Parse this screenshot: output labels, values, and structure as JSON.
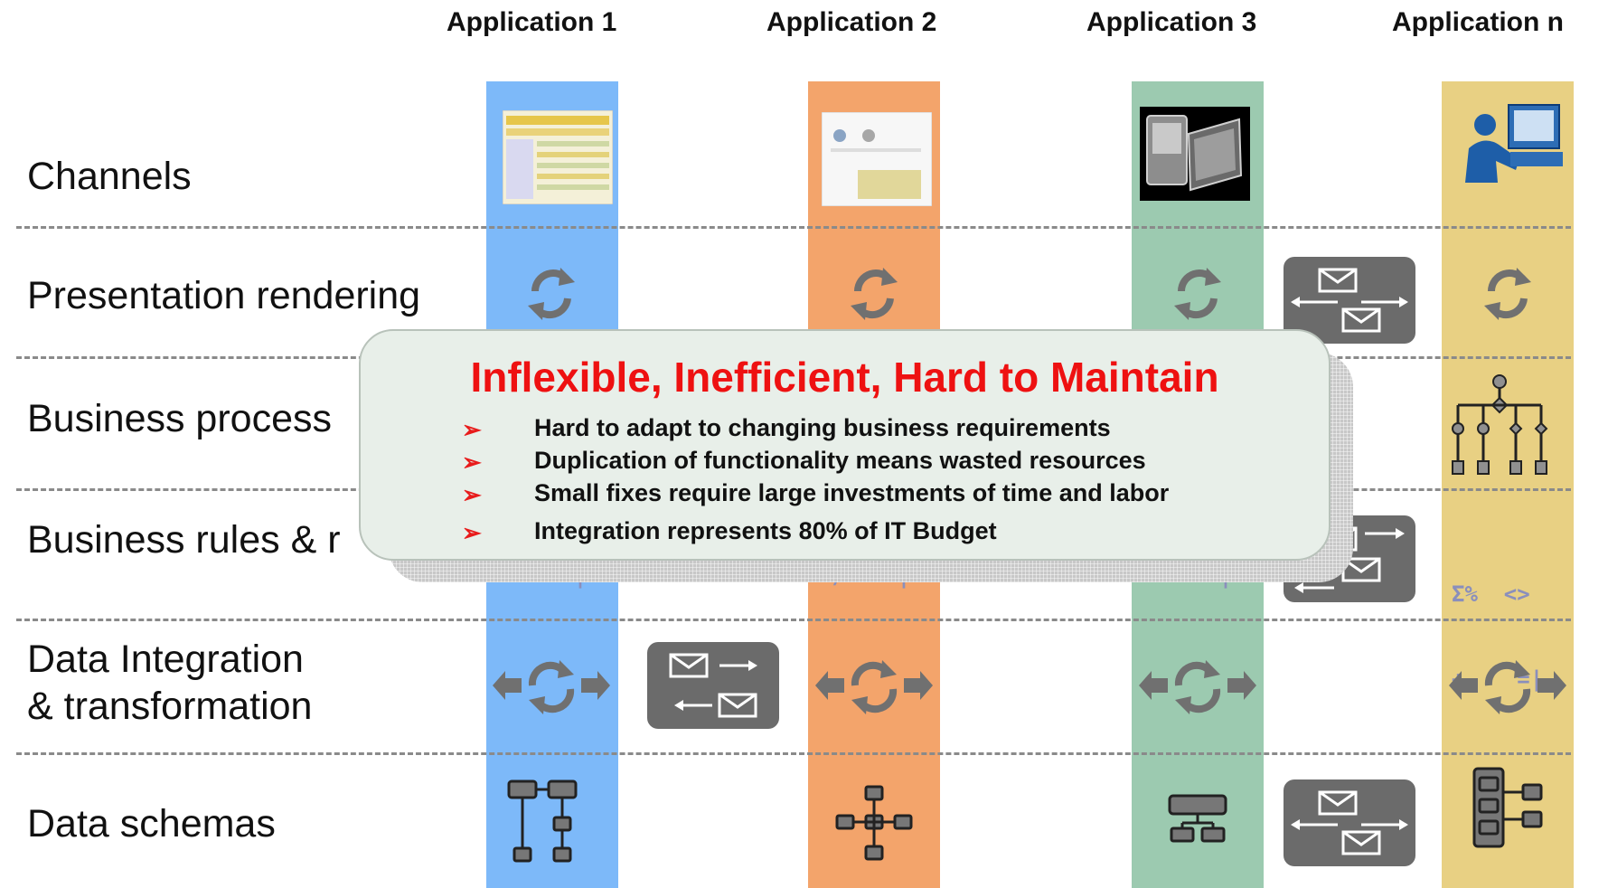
{
  "applications": [
    "Application 1",
    "Application 2",
    "Application 3",
    "Application n"
  ],
  "layers": {
    "channels": "Channels",
    "presentation": "Presentation rendering",
    "business_process": "Business process",
    "business_rules": "Business rules & r",
    "data_integration_1": "Data  Integration",
    "data_integration_2": "& transformation",
    "data_schemas": "Data schemas"
  },
  "callout": {
    "title": "Inflexible, Inefficient, Hard to Maintain",
    "bullets": [
      "Hard to adapt to changing business requirements",
      "Duplication of functionality means wasted resources",
      "Small fixes require large investments of time and labor",
      "Integration represents 80% of IT Budget"
    ]
  },
  "ops": {
    "row1": "Σ%  <>",
    "row2": "+−   =|",
    "partial_1": "+−   =|",
    "partial_2": "*/   =|",
    "partial_3": "+−   =|"
  },
  "colors": {
    "app1": "#7db9f9",
    "app2": "#f3a46b",
    "app3": "#9ccab0",
    "appn": "#e8d083",
    "callout_title": "#ee1111",
    "msg_box": "#6b6b6b"
  }
}
